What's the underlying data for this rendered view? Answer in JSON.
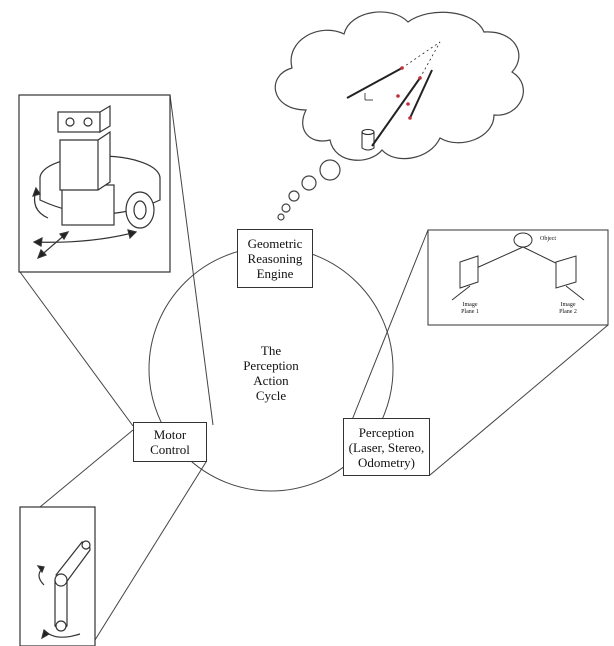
{
  "center": {
    "lines": [
      "The",
      "Perception",
      "Action",
      "Cycle"
    ]
  },
  "boxes": {
    "geometric": {
      "lines": [
        "Geometric",
        "Reasoning",
        "Engine"
      ]
    },
    "perception": {
      "lines": [
        "Perception",
        "(Laser, Stereo,",
        "Odometry)"
      ]
    },
    "motor": {
      "lines": [
        "Motor",
        "Control"
      ]
    }
  },
  "stereo_inset": {
    "object_label": "Object",
    "plane1": [
      "Image",
      "Plane 1"
    ],
    "plane2": [
      "Image",
      "Plane 2"
    ]
  },
  "colors": {
    "stroke": "#333333",
    "accent_points": "#c0303a"
  }
}
